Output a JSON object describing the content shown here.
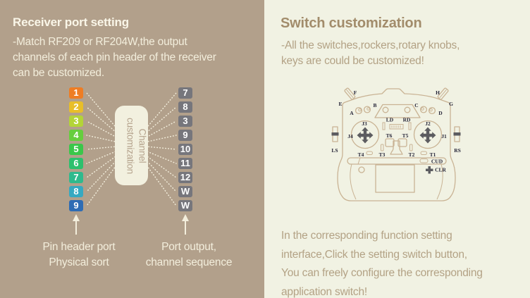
{
  "colors": {
    "left_bg": "#B2A08B",
    "right_bg": "#F1F2E3",
    "left_text": "#F3EEDC",
    "right_text": "#B3A285",
    "right_title": "#A28C6B",
    "pill_bg": "#F2F0DF",
    "output_box": "#76767C",
    "controller_line": "#C9B394",
    "controller_label": "#262538"
  },
  "left_panel": {
    "title": "Receiver port setting",
    "description_lines": [
      "-Match RF209 or RF204W,the output",
      "channels of each pin header of the receiver",
      "can be customized."
    ],
    "pin_channels": [
      {
        "label": "1",
        "color": "#EE7D24"
      },
      {
        "label": "2",
        "color": "#E8BE29"
      },
      {
        "label": "3",
        "color": "#B3D437"
      },
      {
        "label": "4",
        "color": "#66CE3E"
      },
      {
        "label": "5",
        "color": "#3AC74A"
      },
      {
        "label": "6",
        "color": "#2DC06D"
      },
      {
        "label": "7",
        "color": "#2FBA8D"
      },
      {
        "label": "8",
        "color": "#36A9C1"
      },
      {
        "label": "9",
        "color": "#2E6CB4"
      }
    ],
    "output_channels": [
      "7",
      "8",
      "3",
      "9",
      "10",
      "11",
      "12",
      "W",
      "W"
    ],
    "channel_pill": {
      "line1": "Channel",
      "line2": "customization"
    },
    "pin_caption": {
      "line1": "Pin header port",
      "line2": "Physical sort"
    },
    "output_caption": {
      "line1": "Port output,",
      "line2": "channel sequence"
    }
  },
  "right_panel": {
    "title": "Switch customization",
    "description_lines": [
      "-All the switches,rockers,rotary knobs,",
      "keys are could be customized!"
    ],
    "footer_lines": [
      "In the corresponding function setting",
      "interface,Click the setting switch button,",
      "You can freely configure the corresponding",
      "application switch!"
    ],
    "controller": {
      "labels": {
        "a": "A",
        "b": "B",
        "c": "C",
        "d": "D",
        "e": "E",
        "f": "F",
        "g": "G",
        "h": "H",
        "ls": "LS",
        "rs": "RS",
        "j1": "J1",
        "j2": "J2",
        "j3": "J3",
        "j4": "J4",
        "t1": "T1",
        "t2": "T2",
        "t3": "T3",
        "t4": "T4",
        "t5": "T5",
        "t6": "T6",
        "ld": "LD",
        "rd": "RD",
        "cud": "CUD",
        "clr": "CLR"
      }
    }
  }
}
